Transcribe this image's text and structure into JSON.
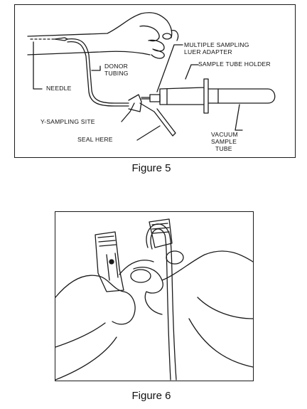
{
  "figure5": {
    "caption": "Figure 5",
    "labels": {
      "needle": "NEEDLE",
      "donor_tubing_1": "DONOR",
      "donor_tubing_2": "TUBING",
      "y_sampling_site": "Y-SAMPLING SITE",
      "seal_here": "SEAL HERE",
      "luer_adapter_1": "MULTIPLE SAMPLING",
      "luer_adapter_2": "LUER ADAPTER",
      "sample_tube_holder": "SAMPLE TUBE HOLDER",
      "vacuum_tube_1": "VACUUM",
      "vacuum_tube_2": "SAMPLE",
      "vacuum_tube_3": "TUBE"
    }
  },
  "figure6": {
    "caption": "Figure 6"
  }
}
